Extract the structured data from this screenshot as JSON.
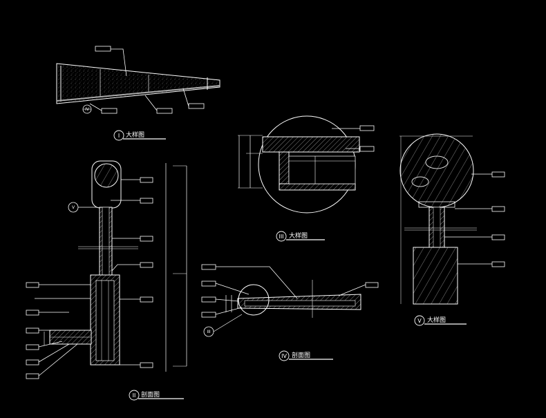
{
  "drawing": {
    "background_color": "#000000",
    "line_color": "#ffffff",
    "views": [
      {
        "id": "I",
        "numeral": "I",
        "caption": "大样图"
      },
      {
        "id": "II",
        "numeral": "II",
        "caption": "剖面图"
      },
      {
        "id": "III",
        "numeral": "III",
        "caption": "大样图"
      },
      {
        "id": "IV",
        "numeral": "IV",
        "caption": "剖面图"
      },
      {
        "id": "V",
        "numeral": "V",
        "caption": "大样图"
      }
    ],
    "callouts": {
      "ref_IV": "IV",
      "ref_V": "V",
      "ref_III": "III"
    }
  }
}
